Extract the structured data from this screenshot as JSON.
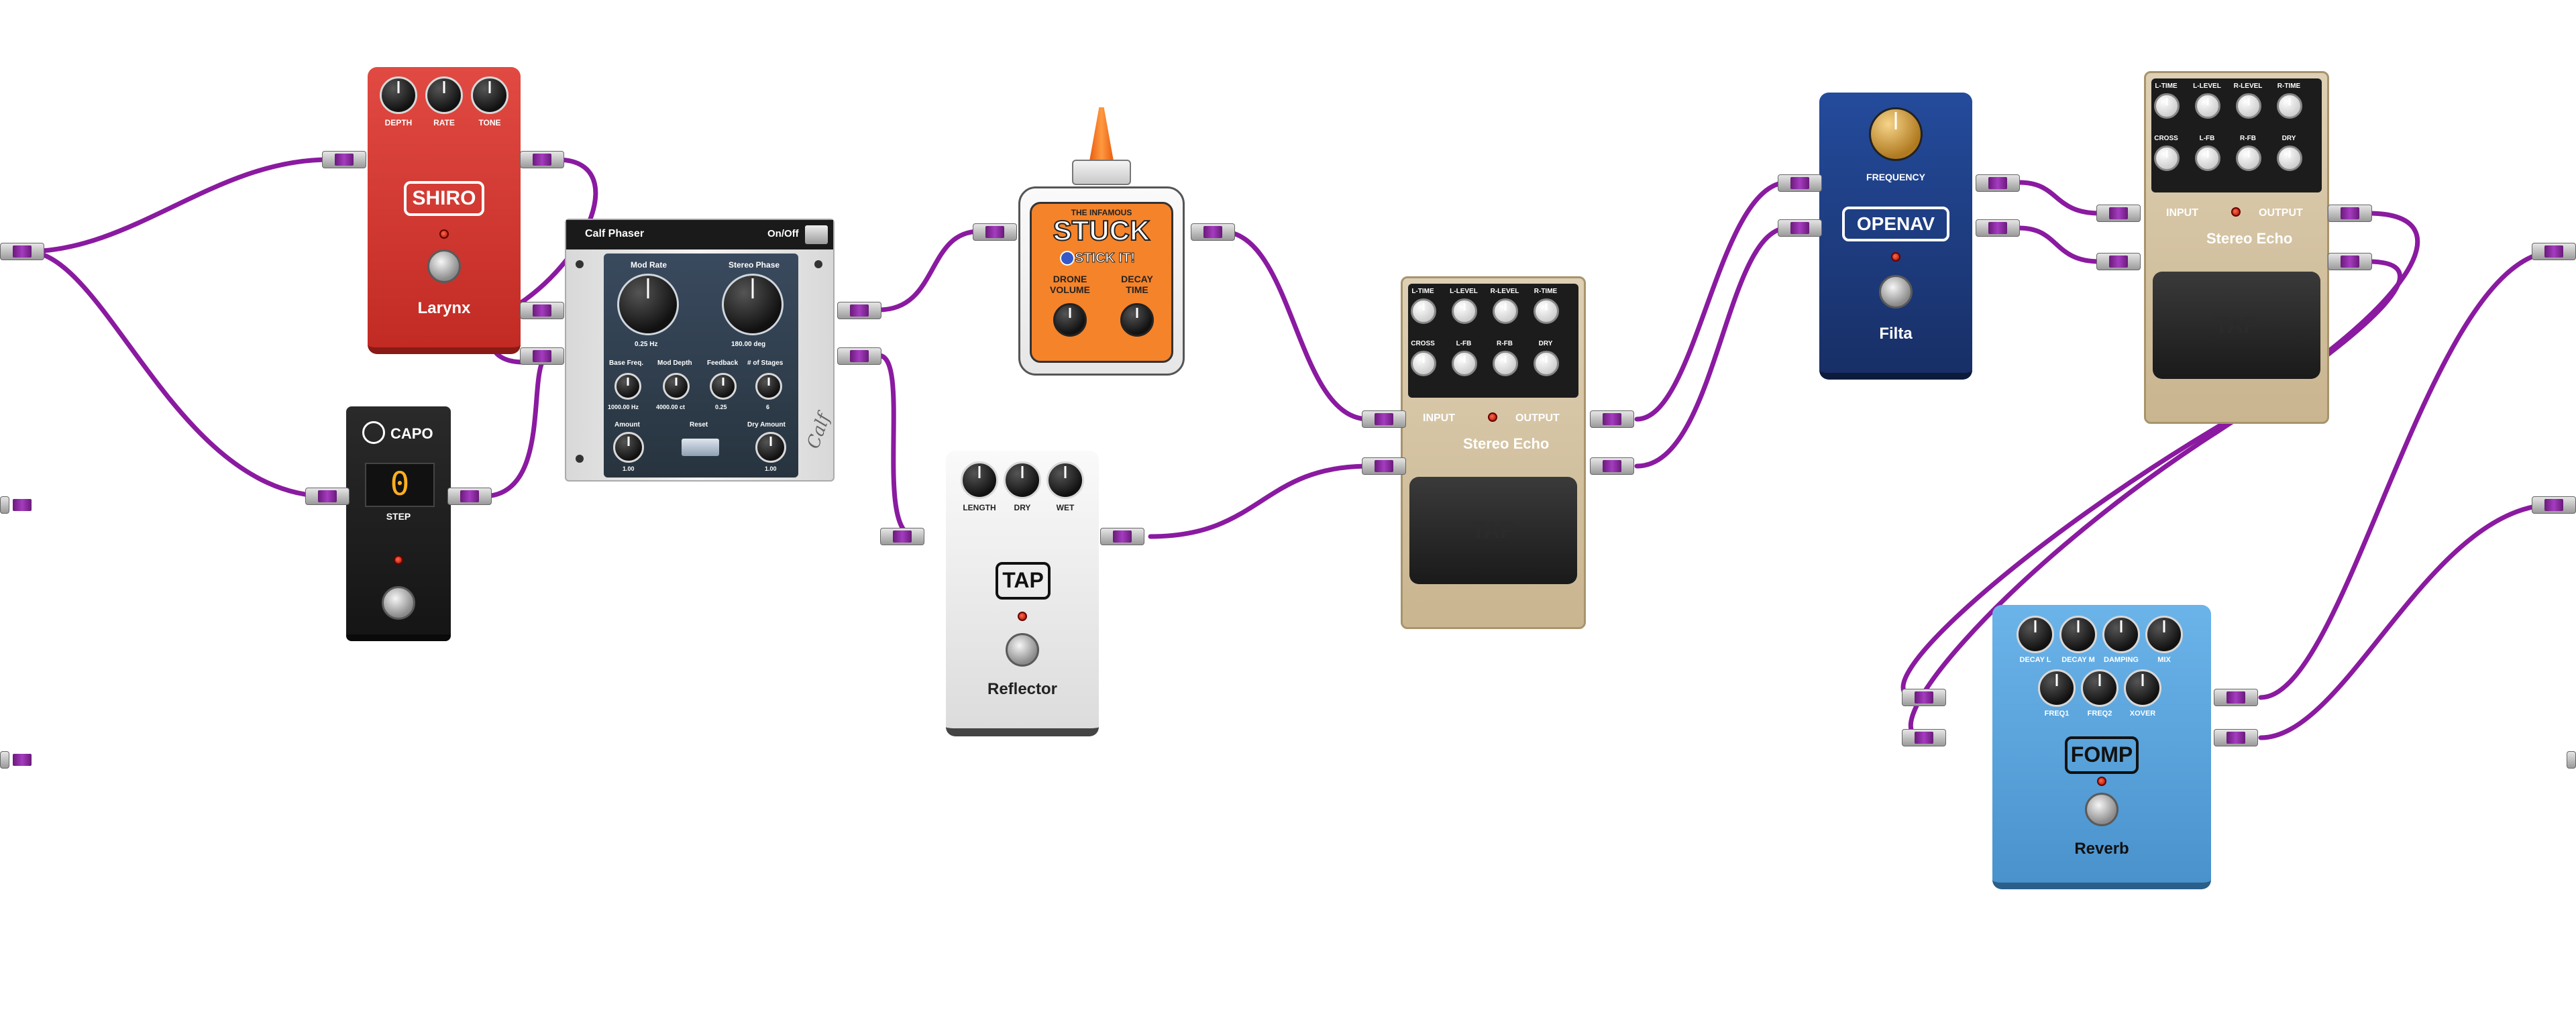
{
  "pedals": {
    "shiro": {
      "brand": "SHIRO",
      "name": "Larynx",
      "knobs": [
        "DEPTH",
        "RATE",
        "TONE"
      ],
      "color": "#d83a34"
    },
    "capo": {
      "brand": "CAPO",
      "display": "0",
      "step_label": "STEP",
      "color": "#222222"
    },
    "phaser": {
      "title": "Calf Phaser",
      "onoff": "On/Off",
      "mod_rate": {
        "label": "Mod Rate",
        "value": "0.25 Hz"
      },
      "stereo_phase": {
        "label": "Stereo Phase",
        "value": "180.00 deg"
      },
      "base_freq": {
        "label": "Base Freq.",
        "value": "1000.00 Hz"
      },
      "mod_depth": {
        "label": "Mod Depth",
        "value": "4000.00 ct"
      },
      "feedback": {
        "label": "Feedback",
        "value": "0.25"
      },
      "stages": {
        "label": "# of Stages",
        "value": "6"
      },
      "amount": {
        "label": "Amount",
        "value": "1.00"
      },
      "reset": {
        "label": "Reset"
      },
      "dry_amount": {
        "label": "Dry Amount",
        "value": "1.00"
      },
      "logo": "Calf"
    },
    "stuck": {
      "line1": "THE INFAMOUS",
      "line2": "STUCK",
      "line3": "STICK IT!",
      "knob1": "DRONE VOLUME",
      "knob2": "DECAY TIME",
      "color": "#f5832a"
    },
    "tap": {
      "brand": "TAP",
      "name": "Reflector",
      "knobs": [
        "LENGTH",
        "DRY",
        "WET"
      ]
    },
    "echo1": {
      "name": "Stereo Echo",
      "input": "INPUT",
      "output": "OUTPUT",
      "tap": "TAP",
      "knobs": [
        "L-TIME",
        "L-LEVEL",
        "R-LEVEL",
        "R-TIME",
        "CROSS",
        "L-FB",
        "R-FB",
        "DRY"
      ]
    },
    "openav": {
      "brand": "OPENAV",
      "name": "Filta",
      "knob": "FREQUENCY",
      "color": "#1d3f86"
    },
    "echo2": {
      "name": "Stereo Echo",
      "input": "INPUT",
      "output": "OUTPUT",
      "tap": "TAP",
      "knobs": [
        "L-TIME",
        "L-LEVEL",
        "R-LEVEL",
        "R-TIME",
        "CROSS",
        "L-FB",
        "R-FB",
        "DRY"
      ]
    },
    "fomp": {
      "brand": "FOMP",
      "name": "Reverb",
      "knobs": [
        "DECAY L",
        "DECAY M",
        "DAMPING",
        "MIX",
        "FREQ1",
        "FREQ2",
        "XOVER"
      ],
      "color": "#5aa3dc"
    }
  },
  "cable_color": "#8a1aa0"
}
